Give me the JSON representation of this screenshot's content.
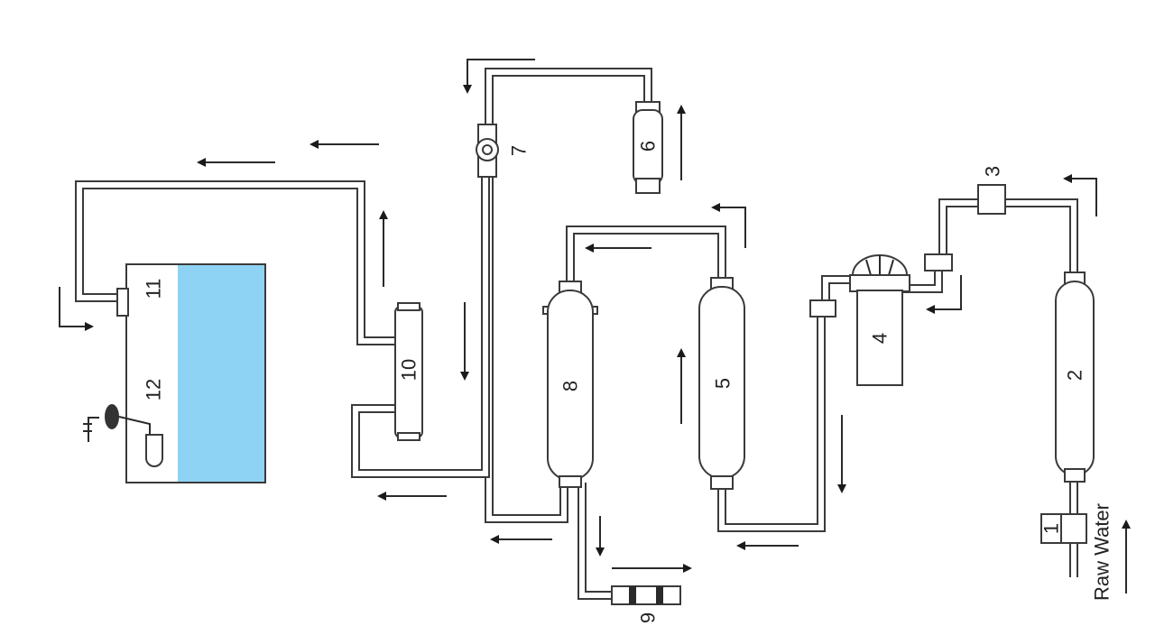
{
  "diagram": {
    "labels": {
      "n1": "1",
      "n2": "2",
      "n3": "3",
      "n4": "4",
      "n5": "5",
      "n6": "6",
      "n7": "7",
      "n8": "8",
      "n9": "9",
      "n10": "10",
      "n11": "11",
      "n12": "12"
    },
    "inlet_label": "Raw Water"
  },
  "colors": {
    "tank_water": "#8fd3f4",
    "pipe": "#3a3a3a",
    "arrow": "#1a1a1a"
  }
}
